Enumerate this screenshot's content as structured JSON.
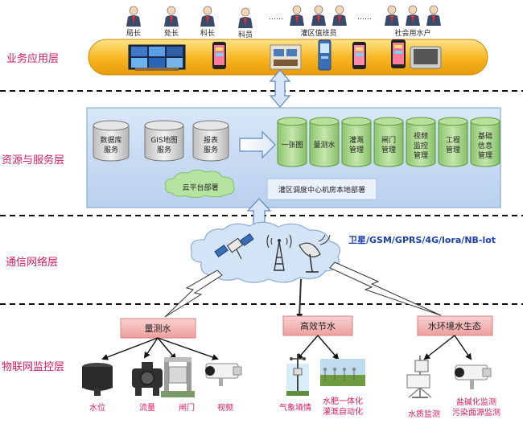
{
  "layers": {
    "business": "业务应用层",
    "resource": "资源与服务层",
    "network": "通信网络层",
    "iot": "物联网监控层"
  },
  "users": {
    "juzhang": "局长",
    "chuzhang": "处长",
    "kezhang": "科长",
    "keyuan": "科员",
    "duty": "灌区值班员",
    "social": "社会用水户",
    "dots": "……"
  },
  "services": {
    "database": [
      "数据库",
      "服务"
    ],
    "gis": [
      "GIS地图",
      "服务"
    ],
    "report": [
      "报表",
      "服务"
    ]
  },
  "apps": [
    [
      "一张图"
    ],
    [
      "量测水"
    ],
    [
      "灌溉",
      "管理"
    ],
    [
      "闸门",
      "管理"
    ],
    [
      "视频",
      "监控",
      "管理"
    ],
    [
      "工程",
      "管理"
    ],
    [
      "基础",
      "信息",
      "管理"
    ]
  ],
  "deploy": {
    "cloud": "云平台部署",
    "local": "灌区调度中心机房本地部署"
  },
  "network_label": "卫星/GSM/GPRS/4G/lora/NB-lot",
  "categories": {
    "water_measure": "量测水",
    "water_saving": "高效节水",
    "eco": "水环境水生态"
  },
  "devices": {
    "water_level": "水位",
    "flow": "流量",
    "gate": "闸门",
    "video": "视频",
    "weather": "气象墒情",
    "fertigation": [
      "水肥一体化",
      "灌溉自动化"
    ],
    "water_quality": "水质监测",
    "salinity": [
      "盐碱化监测",
      "污染面源监测"
    ]
  },
  "colors": {
    "layer_text": "#d81b60",
    "banner_gold": "#f7b51f",
    "panel_blue": "#c9dcf4",
    "cylinder_green": "#a7d68a",
    "cylinder_gray": "#d7d7d7",
    "category_pink": "#f3b3b3",
    "network_blue": "#1a3fae"
  }
}
